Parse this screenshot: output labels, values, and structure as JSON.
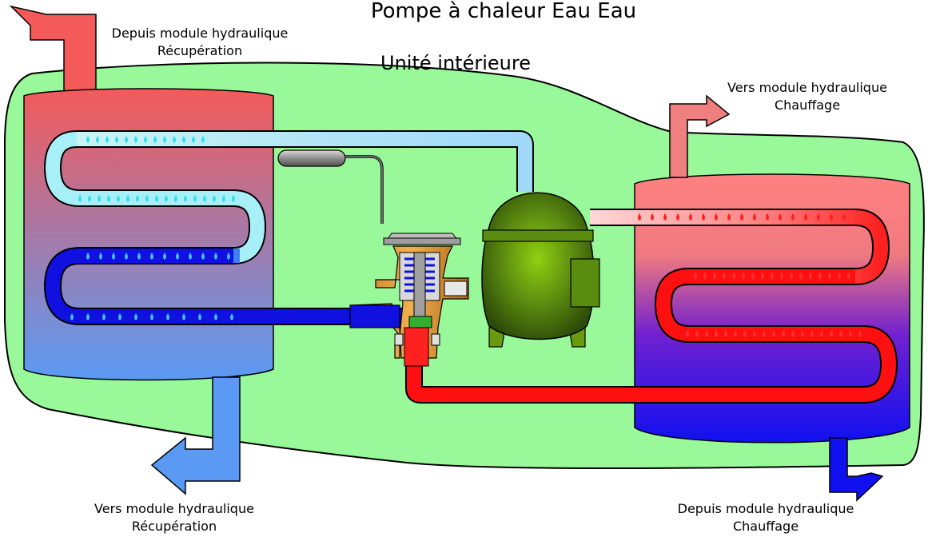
{
  "title": "Pompe à chaleur Eau Eau",
  "subtitle": "Unité intérieure",
  "labels": {
    "recup_in": {
      "line1": "Depuis module hydraulique",
      "line2": "Récupération"
    },
    "recup_out": {
      "line1": "Vers module hydraulique",
      "line2": "Récupération"
    },
    "heat_out": {
      "line1": "Vers module hydraulique",
      "line2": "Chauffage"
    },
    "heat_in": {
      "line1": "Depuis module hydraulique",
      "line2": "Chauffage"
    }
  },
  "colors": {
    "unit_body": "#99f899",
    "hot_water": "#f45a5a",
    "cold_water": "#5a9af4",
    "refrigerant_cold": "#1010e0",
    "refrigerant_liquid": "#a8f0f8",
    "refrigerant_hot": "#ff1010",
    "compressor": "#5f8f10"
  },
  "components": [
    "evaporator-tank",
    "condenser-tank",
    "compressor",
    "expansion-valve",
    "sensing-bulb"
  ]
}
